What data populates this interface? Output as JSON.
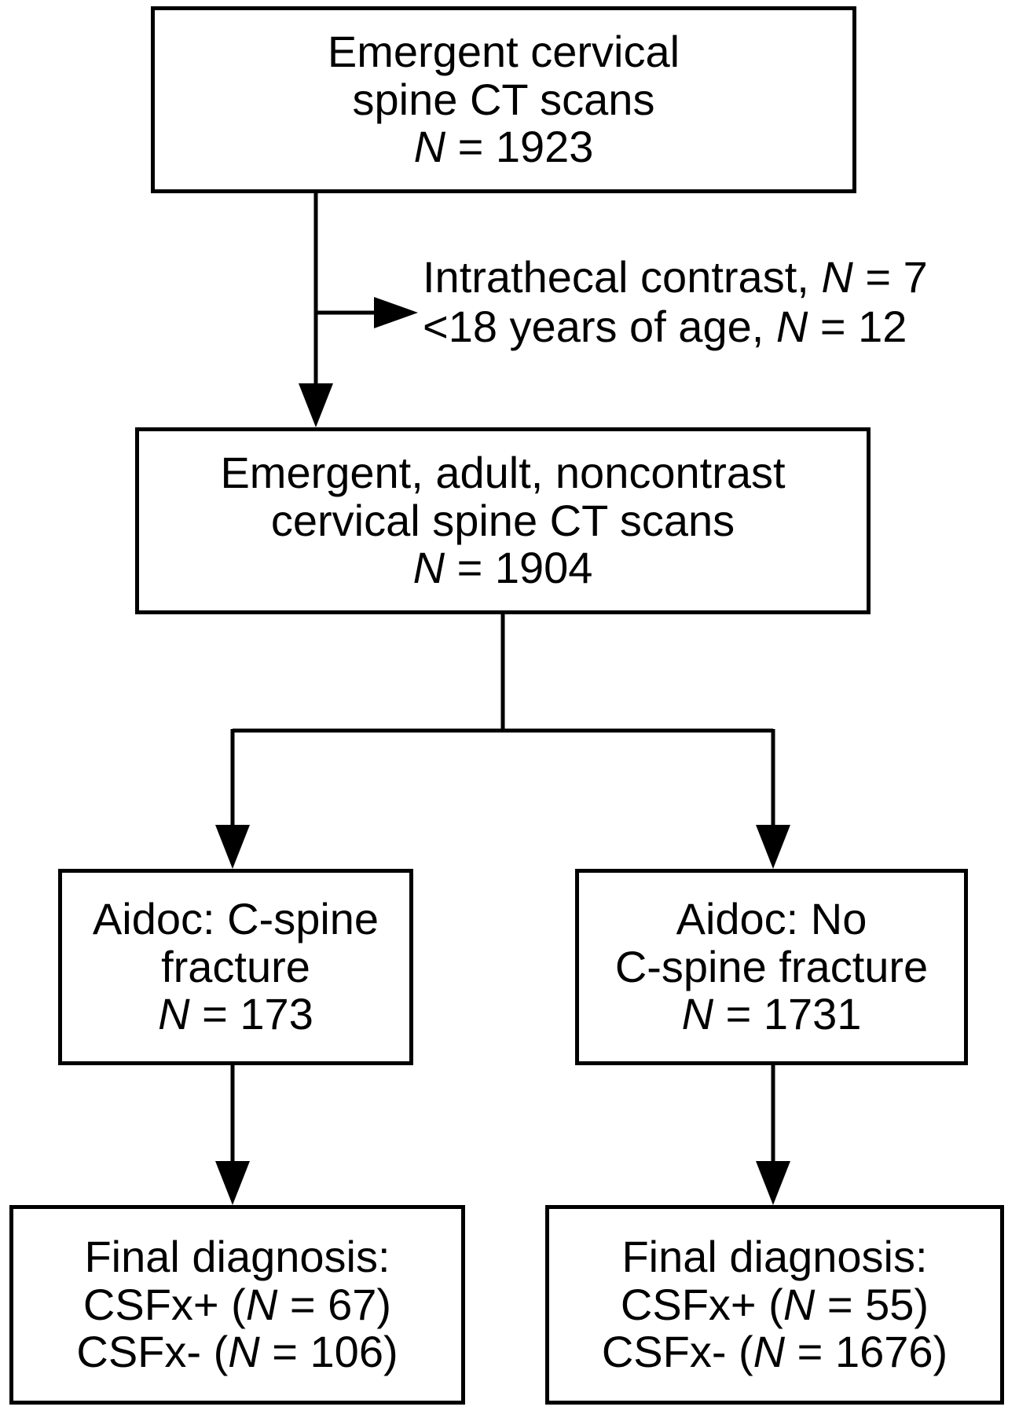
{
  "boxes": {
    "top": {
      "line1": "Emergent cervical",
      "line2": "spine CT scans",
      "n_label": "N",
      "n_rest": " = 1923"
    },
    "exclusions": {
      "line1_text": "Intrathecal contrast, ",
      "line1_n": "N",
      "line1_rest": " = 7",
      "line2_text": "<18 years of age, ",
      "line2_n": "N",
      "line2_rest": " = 12"
    },
    "middle": {
      "line1": "Emergent, adult, noncontrast",
      "line2": "cervical spine CT scans",
      "n_label": "N",
      "n_rest": " = 1904"
    },
    "left_ai": {
      "line1": "Aidoc: C-spine",
      "line2": "fracture",
      "n_label": "N",
      "n_rest": " = 173"
    },
    "right_ai": {
      "line1": "Aidoc: No",
      "line2": "C-spine fracture",
      "n_label": "N",
      "n_rest": " = 1731"
    },
    "left_final": {
      "line1": "Final diagnosis:",
      "line2_pre": "CSFx+ (",
      "line2_n": "N",
      "line2_post": " = 67)",
      "line3_pre": "CSFx- (",
      "line3_n": "N",
      "line3_post": " = 106)"
    },
    "right_final": {
      "line1": "Final diagnosis:",
      "line2_pre": "CSFx+ (",
      "line2_n": "N",
      "line2_post": " = 55)",
      "line3_pre": "CSFx- (",
      "line3_n": "N",
      "line3_post": " = 1676)"
    }
  }
}
